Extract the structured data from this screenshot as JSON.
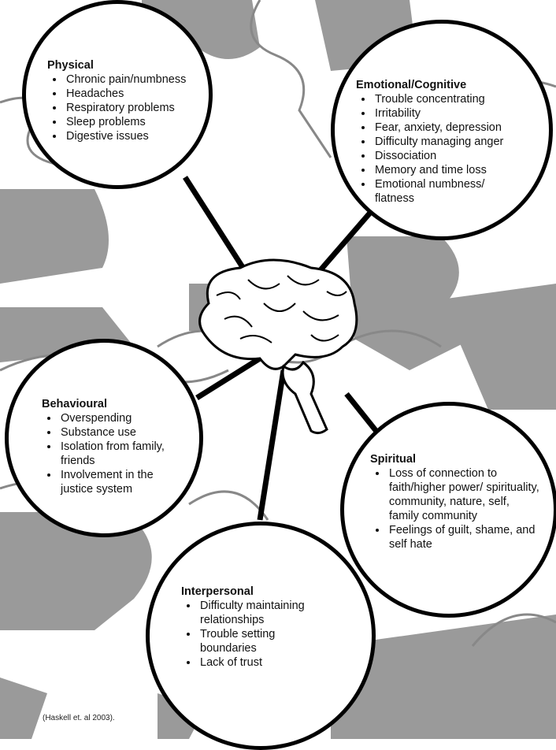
{
  "categories": [
    {
      "id": "physical",
      "title": "Physical",
      "items": [
        "Chronic pain/numbness",
        "Headaches",
        "Respiratory problems",
        "Sleep problems",
        "Digestive issues"
      ]
    },
    {
      "id": "emotional",
      "title": "Emotional/Cognitive",
      "items": [
        "Trouble concentrating",
        "Irritability",
        "Fear, anxiety, depression",
        "Difficulty managing anger",
        "Dissociation",
        "Memory and time loss",
        "Emotional numbness/ flatness"
      ]
    },
    {
      "id": "behavioural",
      "title": "Behavioural",
      "items": [
        "Overspending",
        "Substance use",
        "Isolation from family, friends",
        "Involvement in the justice system"
      ]
    },
    {
      "id": "spiritual",
      "title": "Spiritual",
      "items": [
        "Loss of connection to faith/higher power/ spirituality, community, nature, self, family community",
        "Feelings of guilt, shame, and self hate"
      ]
    },
    {
      "id": "interpersonal",
      "title": "Interpersonal",
      "items": [
        "Difficulty maintaining relationships",
        "Trouble setting boundaries",
        "Lack of trust"
      ]
    }
  ],
  "citation": "(Haskell et. al 2003).",
  "colors": {
    "puzzle_gray": "#9a9a9a",
    "outline_gray": "#888888",
    "line": "#000000"
  }
}
